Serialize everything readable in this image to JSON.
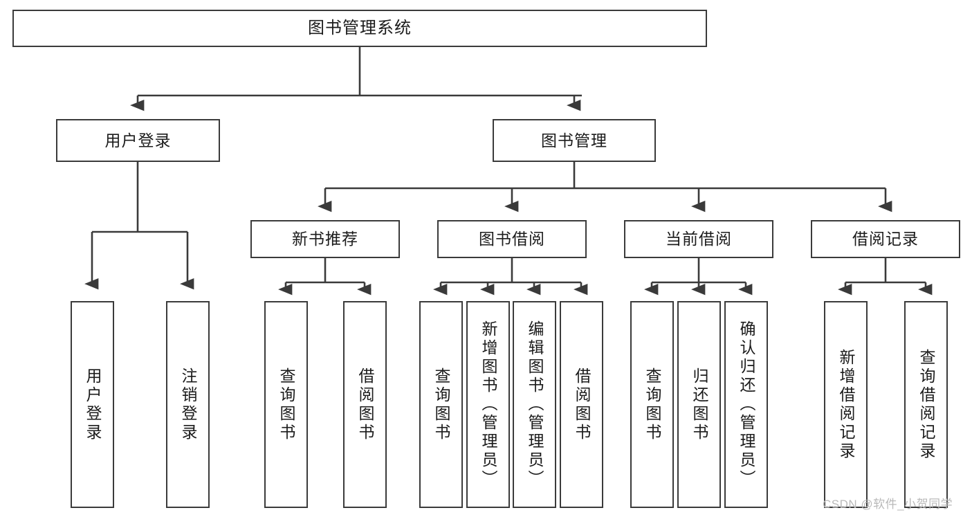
{
  "diagram": {
    "title": "图书管理系统",
    "type": "tree-hierarchy",
    "watermark": "CSDN @软件_小贺同学",
    "colors": {
      "stroke": "#3a3a3a",
      "fill": "#ffffff",
      "text": "#1b1b1b",
      "watermark": "#b9b9b9"
    },
    "nodes": {
      "root": {
        "label": "图书管理系统"
      },
      "level2": [
        {
          "label": "用户登录"
        },
        {
          "label": "图书管理"
        }
      ],
      "level3": [
        {
          "label": "新书推荐"
        },
        {
          "label": "图书借阅"
        },
        {
          "label": "当前借阅"
        },
        {
          "label": "借阅记录"
        }
      ],
      "leaves": {
        "user_login": [
          {
            "label": "用户登录"
          },
          {
            "label": "注销登录"
          }
        ],
        "new_book_recommend": [
          {
            "label": "查询图书"
          },
          {
            "label": "借阅图书"
          }
        ],
        "book_borrow": [
          {
            "label": "查询图书"
          },
          {
            "label": "新增图书（管理员）"
          },
          {
            "label": "编辑图书（管理员）"
          },
          {
            "label": "借阅图书"
          }
        ],
        "current_borrow": [
          {
            "label": "查询图书"
          },
          {
            "label": "归还图书"
          },
          {
            "label": "确认归还（管理员）"
          }
        ],
        "borrow_record": [
          {
            "label": "新增借阅记录"
          },
          {
            "label": "查询借阅记录"
          }
        ]
      }
    }
  }
}
